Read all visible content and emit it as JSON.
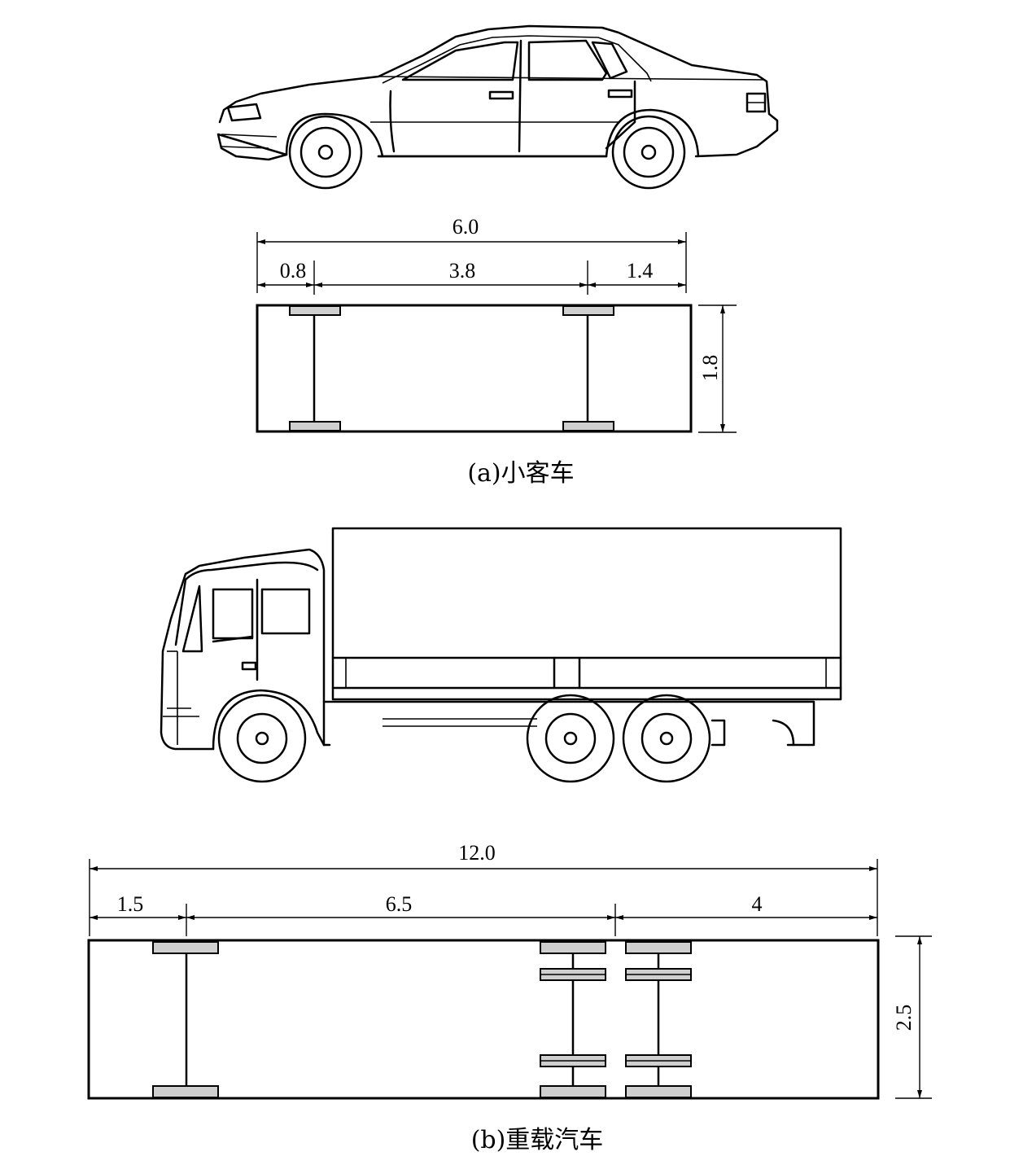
{
  "figure_a": {
    "caption": "(a)小客车",
    "dims": {
      "total_length": "6.0",
      "front_overhang": "0.8",
      "wheelbase": "3.8",
      "rear_overhang": "1.4",
      "width": "1.8"
    }
  },
  "figure_b": {
    "caption": "(b)重载汽车",
    "dims": {
      "total_length": "12.0",
      "front_overhang": "1.5",
      "wheelbase": "6.5",
      "rear_section": "4",
      "width": "2.5"
    }
  }
}
